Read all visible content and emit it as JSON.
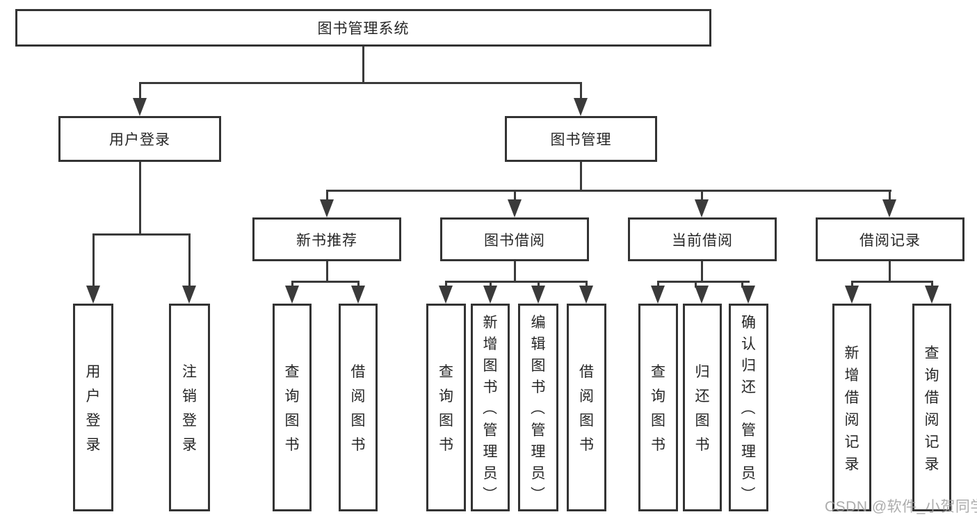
{
  "diagram": {
    "title": "图书管理系统",
    "nodes": {
      "root": {
        "label": "图书管理系统"
      },
      "user_login": {
        "label": "用户登录"
      },
      "book_mgmt": {
        "label": "图书管理"
      },
      "new_book_rec": {
        "label": "新书推荐"
      },
      "book_borrow": {
        "label": "图书借阅"
      },
      "current_borrow": {
        "label": "当前借阅"
      },
      "borrow_record": {
        "label": "借阅记录"
      },
      "leaf_user_login": {
        "label": "用户登录"
      },
      "leaf_logout": {
        "label": "注销登录"
      },
      "leaf_query_book_1": {
        "label": "查询图书"
      },
      "leaf_borrow_book_1": {
        "label": "借阅图书"
      },
      "leaf_query_book_2": {
        "label": "查询图书"
      },
      "leaf_add_book": {
        "label": "新增图书（管理员）"
      },
      "leaf_edit_book": {
        "label": "编辑图书（管理员）"
      },
      "leaf_borrow_book_2": {
        "label": "借阅图书"
      },
      "leaf_query_book_3": {
        "label": "查询图书"
      },
      "leaf_return_book": {
        "label": "归还图书"
      },
      "leaf_confirm_return": {
        "label": "确认归还（管理员）"
      },
      "leaf_add_record": {
        "label": "新增借阅记录"
      },
      "leaf_query_record": {
        "label": "查询借阅记录"
      }
    },
    "hierarchy": [
      {
        "parent": "图书管理系统",
        "children": [
          "用户登录",
          "图书管理"
        ]
      },
      {
        "parent": "用户登录",
        "children": [
          "用户登录",
          "注销登录"
        ]
      },
      {
        "parent": "图书管理",
        "children": [
          "新书推荐",
          "图书借阅",
          "当前借阅",
          "借阅记录"
        ]
      },
      {
        "parent": "新书推荐",
        "children": [
          "查询图书",
          "借阅图书"
        ]
      },
      {
        "parent": "图书借阅",
        "children": [
          "查询图书",
          "新增图书（管理员）",
          "编辑图书（管理员）",
          "借阅图书"
        ]
      },
      {
        "parent": "当前借阅",
        "children": [
          "查询图书",
          "归还图书",
          "确认归还（管理员）"
        ]
      },
      {
        "parent": "借阅记录",
        "children": [
          "新增借阅记录",
          "查询借阅记录"
        ]
      }
    ],
    "colors": {
      "line": "#3a3a3a",
      "border": "#333333",
      "text": "#262626",
      "background": "#ffffff",
      "watermark": "#9e9e9e"
    }
  },
  "watermark": {
    "text": "CSDN @软件_小贺同学"
  }
}
